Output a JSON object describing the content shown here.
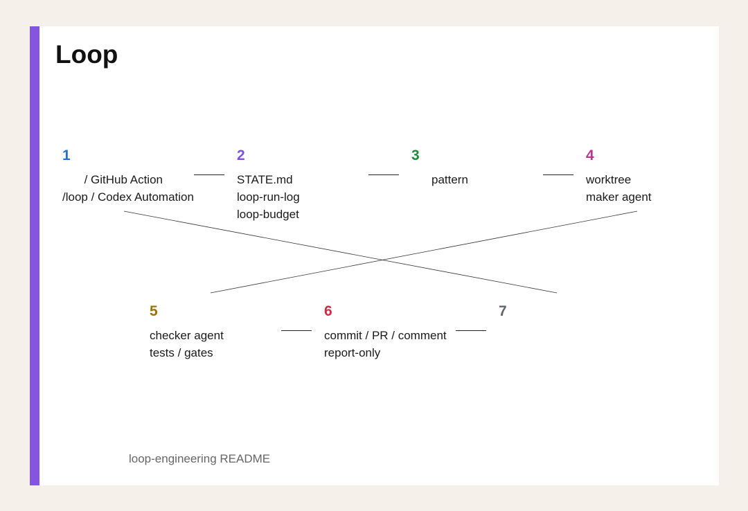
{
  "title": "Loop",
  "accent_color": "#8456e0",
  "steps": [
    {
      "number": "1",
      "color": "#1f6fd6",
      "align": "right",
      "lines": [
        "/ GitHub Action",
        "/loop / Codex Automation"
      ]
    },
    {
      "number": "2",
      "color": "#7b4fe0",
      "align": "left",
      "lines": [
        "STATE.md",
        "loop-run-log",
        "loop-budget"
      ]
    },
    {
      "number": "3",
      "color": "#1e8a3c",
      "align": "center",
      "lines": [
        "pattern"
      ]
    },
    {
      "number": "4",
      "color": "#b8368f",
      "align": "left",
      "lines": [
        "worktree",
        "maker agent"
      ]
    },
    {
      "number": "5",
      "color": "#a07000",
      "align": "left",
      "lines": [
        "checker agent",
        "tests / gates"
      ]
    },
    {
      "number": "6",
      "color": "#d12c44",
      "align": "left",
      "lines": [
        "commit / PR / comment",
        "report-only"
      ]
    },
    {
      "number": "7",
      "color": "#5f6670",
      "align": "left",
      "lines": []
    }
  ],
  "footer": "loop-engineering README"
}
